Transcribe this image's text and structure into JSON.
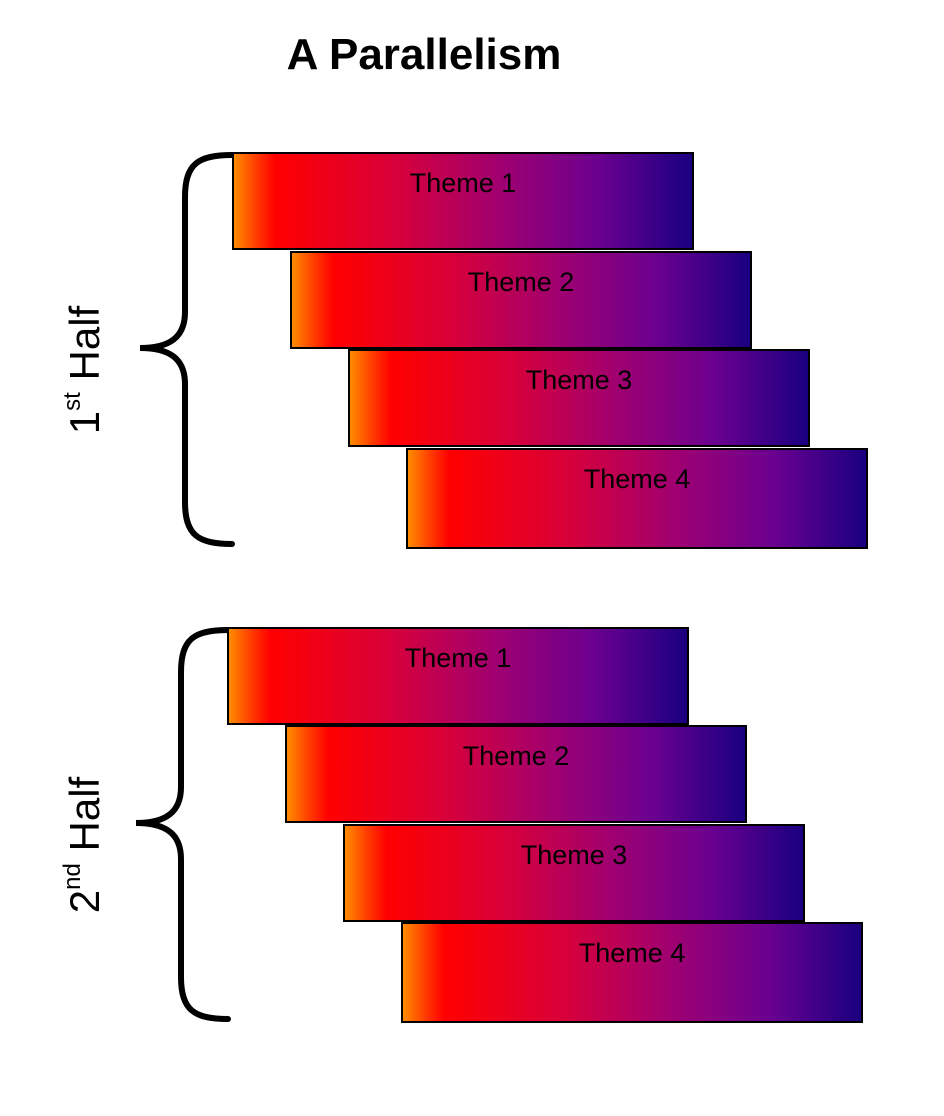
{
  "title": "A Parallelism",
  "colors": {
    "gradient_start": "#ff8c00",
    "gradient_red": "#ff0000",
    "gradient_end": "#1a0080",
    "border": "#000000"
  },
  "halves": [
    {
      "label_main": "1",
      "label_sup": "st",
      "label_rest": " Half",
      "themes": [
        "Theme 1",
        "Theme 2",
        "Theme 3",
        "Theme 4"
      ]
    },
    {
      "label_main": "2",
      "label_sup": "nd",
      "label_rest": " Half",
      "themes": [
        "Theme 1",
        "Theme 2",
        "Theme 3",
        "Theme 4"
      ]
    }
  ]
}
